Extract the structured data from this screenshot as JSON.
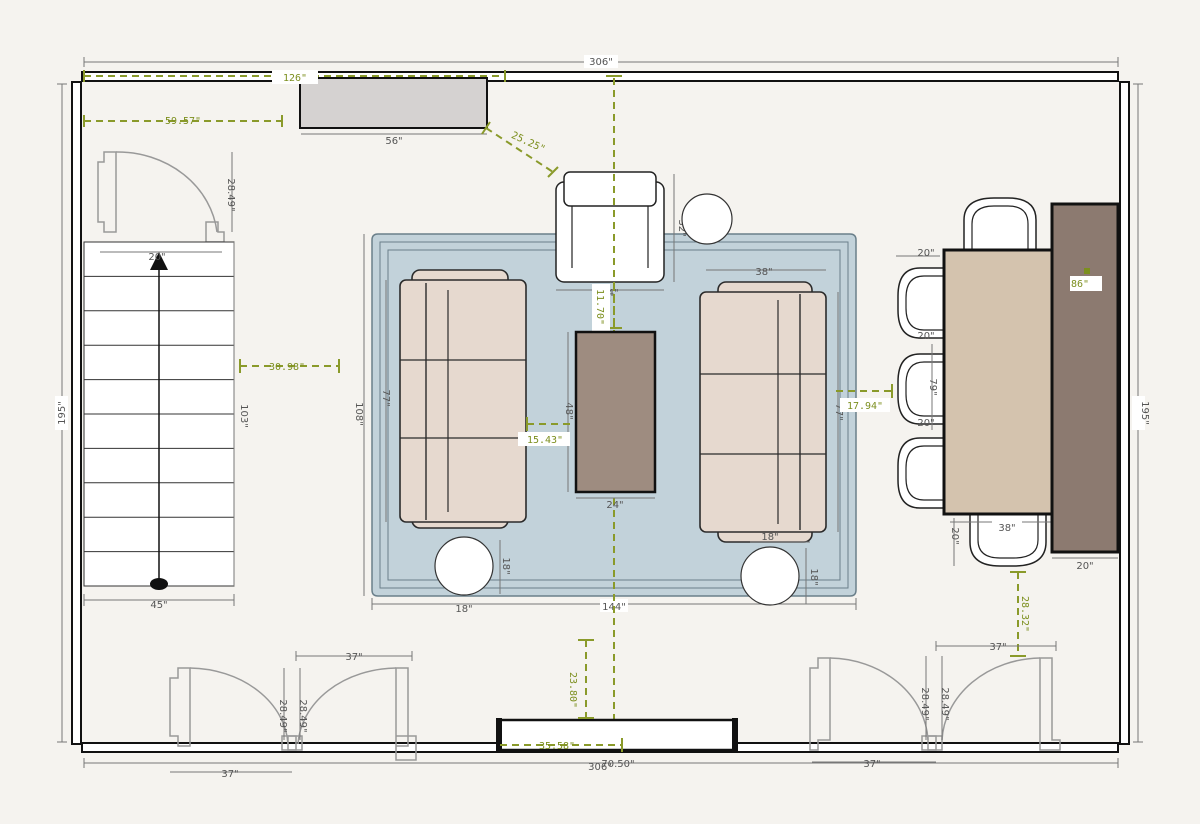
{
  "measurements": {
    "room_width_top": "306\"",
    "room_width_bottom": "306\"",
    "room_height_left": "195\"",
    "room_height_right": "195\"",
    "console_offset": "126\"",
    "console_gap": "59.57\"",
    "console_width": "56\"",
    "console_to_chair": "25.25\"",
    "stair_door_swing": "28.49\"",
    "stair_width": "45\"",
    "stair_length": "103\"",
    "stair_to_rug": "30.98\"",
    "rug_width": "144\"",
    "rug_height": "108\"",
    "accent_chair_width": "32\"",
    "accent_chair_to_table": "11.70\"",
    "sofa_to_table": "15.43\"",
    "table_length": "48\"",
    "table_width": "24\"",
    "sofa_left_depth": "77\"",
    "sofa_right_width": "38\"",
    "sofa_right_depth": "77\"",
    "side_table_left": "18\"",
    "side_table_right": "18\"",
    "side_table_left_v": "18\"",
    "side_table_right_v": "18\"",
    "sofa_right_inner": "18\"",
    "sofa_to_dining": "17.94\"",
    "dining_chair_top": "20\"",
    "dining_chair_mid": "20\"",
    "dining_chair_low": "20\"",
    "dining_table_length": "79\"",
    "dining_table_width": "38\"",
    "dining_chair_bottom": "20\"",
    "bench_depth": "20\"",
    "bench_length": "86\"",
    "dining_to_door": "28.32\"",
    "door_left_width": "37\"",
    "door_left_width_bottom": "37\"",
    "door_left_swing_a": "28.49\"",
    "door_left_swing_b": "28.49\"",
    "door_right_width": "37\"",
    "door_right_width_bottom": "37\"",
    "door_right_swing_a": "28.49\"",
    "door_right_swing_b": "28.49\"",
    "tv_console_to_table": "23.80\"",
    "tv_console_offset": "35.58\"",
    "tv_console_width": "70.50\""
  },
  "colors": {
    "background": "#f5f3ef",
    "rug": "#c2d2da",
    "sofa": "#e6d9cf",
    "coffee_table": "#9e8c80",
    "console": "#d5d2d1",
    "dining_table": "#d4c3ae",
    "bench": "#8c7a70",
    "guide_green": "#8a9a2a"
  },
  "icons": {
    "stair_arrow": "triangle-up-arrow",
    "stair_start": "filled-ellipse"
  }
}
